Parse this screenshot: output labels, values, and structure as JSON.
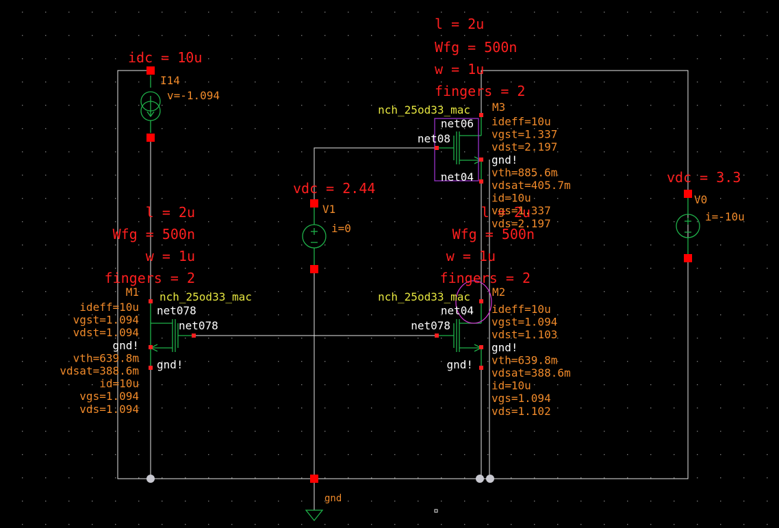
{
  "colors": {
    "background": "#000000",
    "wire": "#e8e8e8",
    "pin": "#ff0000",
    "label_red": "#ff1f1f",
    "label_orange": "#f08a2a",
    "label_yellow": "#e6e640",
    "device": "#1fb24a",
    "net_label": "#ffffff",
    "highlight_purple": "#9933cc",
    "highlight_magenta": "#cc33cc",
    "junction": "#c8c8d0",
    "grid_dot": "#7a7a7a"
  },
  "sources": {
    "i14": {
      "title": "idc = 10u",
      "inst": "I14",
      "op": "v=-1.094"
    },
    "v1": {
      "title": "vdc = 2.44",
      "inst": "V1",
      "op": "i=0"
    },
    "v0": {
      "title": "vdc = 3.3",
      "inst": "V0",
      "op": "i=-10u"
    }
  },
  "m1": {
    "params": [
      "l = 2u",
      "Wfg = 500n",
      "w = 1u",
      "fingers = 2"
    ],
    "inst": "M1",
    "model": "nch_25od33_mac",
    "op_left": [
      "ideff=10u",
      "vgst=1.094",
      "vdst=1.094",
      "gnd!",
      "vth=639.8m",
      "vdsat=388.6m",
      "id=10u",
      "vgs=1.094",
      "vds=1.094"
    ],
    "drain_net": "net078",
    "gate_net": "net078",
    "bulk": "gnd!"
  },
  "m2": {
    "params": [
      "l = 2u",
      "Wfg = 500n",
      "w = 1u",
      "fingers = 2"
    ],
    "inst": "M2",
    "model": "nch_25od33_mac",
    "op_right": [
      "ideff=10u",
      "vgst=1.094",
      "vdst=1.103",
      "gnd!",
      "vth=639.8m",
      "vdsat=388.6m",
      "id=10u",
      "vgs=1.094",
      "vds=1.102"
    ],
    "drain_net": "net04",
    "gate_net": "net078",
    "bulk": "gnd!"
  },
  "m3": {
    "params": [
      "l = 2u",
      "Wfg = 500n",
      "w = 1u",
      "fingers = 2"
    ],
    "inst": "M3",
    "model": "nch_25od33_mac",
    "op_right": [
      "ideff=10u",
      "vgst=1.337",
      "vdst=2.197",
      "gnd!",
      "vth=885.6m",
      "vdsat=405.7m",
      "id=10u",
      "vgs=1.337",
      "vds=2.197"
    ],
    "drain_net": "net06",
    "gate_net": "net08",
    "source_net": "net04"
  },
  "ground_label": "gnd"
}
